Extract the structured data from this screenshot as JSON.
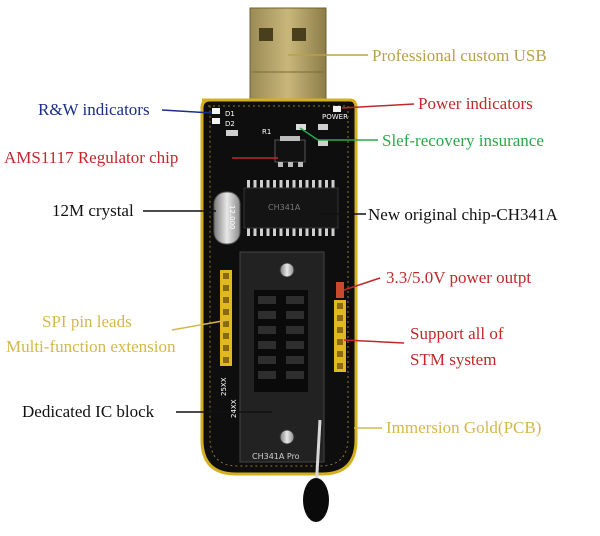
{
  "labels": {
    "usb": "Professional custom USB",
    "rw": "R&W indicators",
    "power_ind": "Power indicators",
    "regulator": "AMS1117 Regulator chip",
    "recovery": "Slef-recovery insurance",
    "crystal": "12M crystal",
    "chip": "New original chip-CH341A",
    "power_out": "3.3/5.0V power outpt",
    "spi_1": "SPI pin leads",
    "spi_2": "Multi-function extension",
    "stm_1": "Support all of",
    "stm_2": "STM system",
    "ic_block": "Dedicated IC block",
    "gold": "Immersion Gold(PCB)"
  },
  "board_text": {
    "power": "POWER",
    "d1": "D1",
    "d2": "D2",
    "r1": "R1",
    "crystal_mark": "12.000",
    "chip_mark": "CH341A",
    "series_1": "25XX",
    "series_2": "24XX",
    "footer": "CH341A Pro"
  },
  "colors": {
    "usb": "#b8a14a",
    "rw": "#1a2e8a",
    "red": "#c0282a",
    "green": "#2aa84a",
    "black": "#111111",
    "gold": "#d4b84a",
    "pcb": "#0e0e0e",
    "pcb_edge": "#d4b020"
  }
}
